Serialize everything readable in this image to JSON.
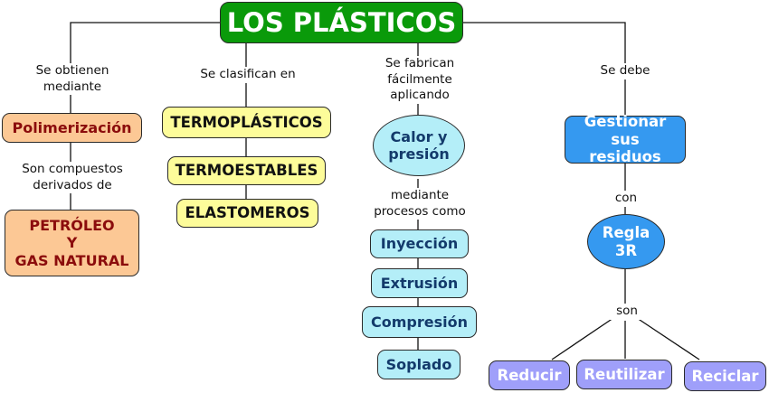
{
  "root": {
    "label": "LOS PLÁSTICOS",
    "color": "#0a9a0a"
  },
  "branches": {
    "obtencion": {
      "link_label": "Se obtienen mediante",
      "node": "Polimerización",
      "sub_link_label": "Son compuestos derivados de",
      "sub_node": [
        "PETRÓLEO",
        "Y",
        "GAS NATURAL"
      ]
    },
    "clasificacion": {
      "link_label": "Se clasifican en",
      "nodes": [
        "TERMOPLÁSTICOS",
        "TERMOESTABLES",
        "ELASTOMEROS"
      ]
    },
    "fabricacion": {
      "link_label": "Se fabrican fácilmente aplicando",
      "node": "Calor y presión",
      "sub_link_label": "mediante procesos como",
      "processes": [
        "Inyección",
        "Extrusión",
        "Compresión",
        "Soplado"
      ]
    },
    "gestion": {
      "link_label": "Se debe",
      "node": "Gestionar sus residuos",
      "sub_link_label": "con",
      "rule_node": "Regla 3R",
      "rule_link_label": "son",
      "actions": [
        "Reducir",
        "Reutilizar",
        "Reciclar"
      ]
    }
  },
  "colors": {
    "orange_fill": "#fcc895",
    "orange_text": "#8b0c0c",
    "yellow_fill": "#fdfc9a",
    "cyan_fill": "#b4eef8",
    "cyan_text": "#133a6b",
    "blue_fill": "#3599f0",
    "purple_fill": "#9f9ffa"
  }
}
